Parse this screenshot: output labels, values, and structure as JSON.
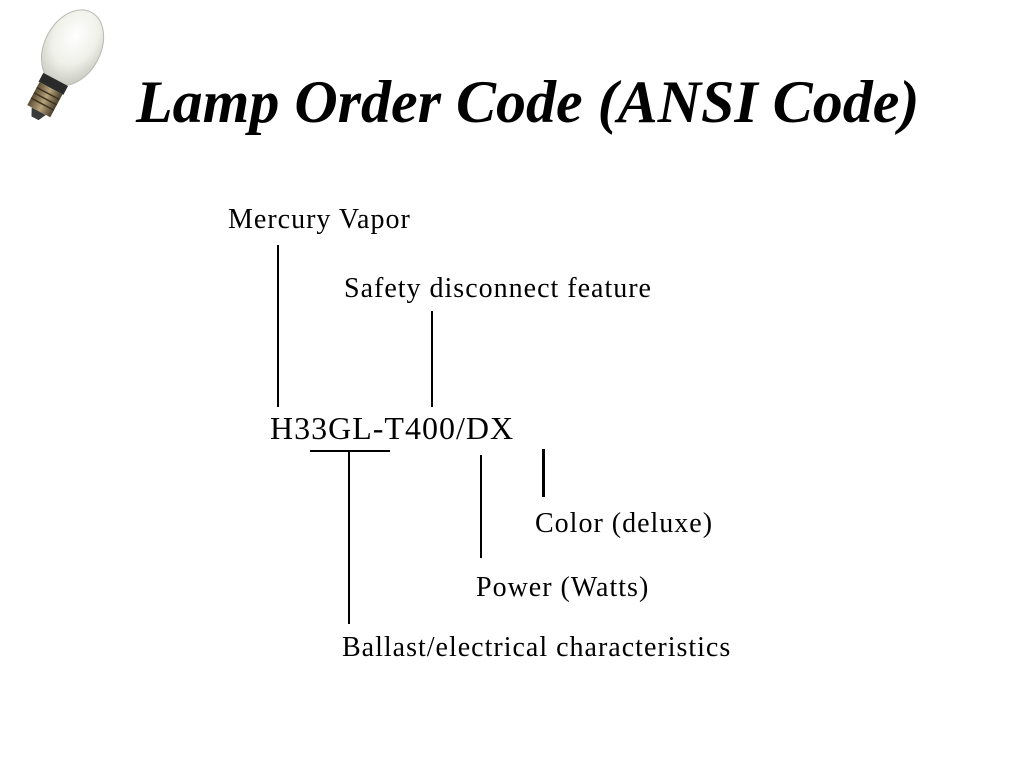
{
  "slide": {
    "title": "Lamp Order Code (ANSI Code)"
  },
  "lamp_icon": {
    "icon": "light-bulb-icon",
    "glass_color": "#f2f4ee",
    "base_color": "#8a7a5a"
  },
  "diagram": {
    "code": "H33GL-T400/DX",
    "labels": {
      "mercury_vapor": "Mercury Vapor",
      "safety_disconnect": "Safety disconnect feature",
      "color": "Color (deluxe)",
      "power": "Power (Watts)",
      "ballast": "Ballast/electrical characteristics"
    }
  }
}
